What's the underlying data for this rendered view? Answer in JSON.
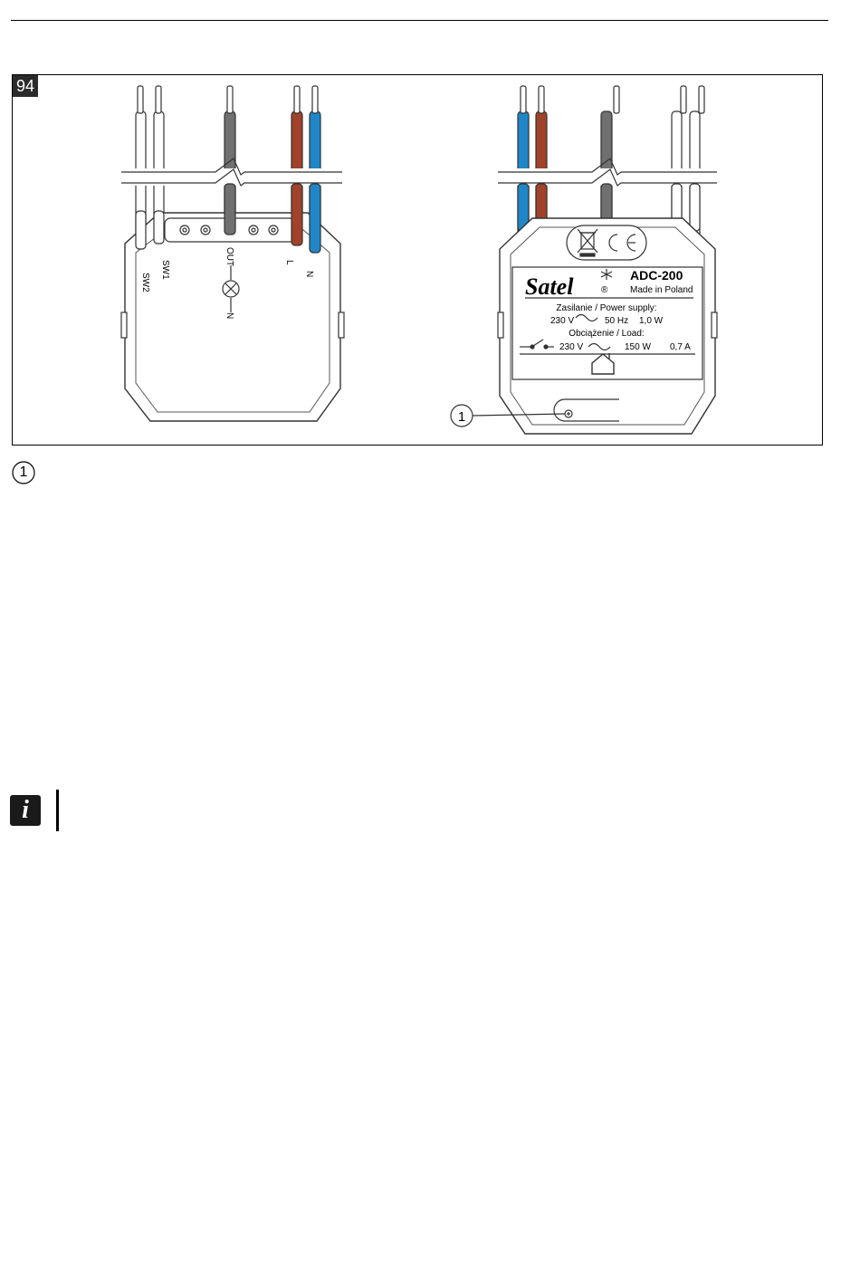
{
  "figure": {
    "number": "94",
    "left_module": {
      "labels": {
        "sw2": "SW2",
        "sw1": "SW1",
        "out": "OUT",
        "n_lamp": "N",
        "l": "L",
        "n": "N"
      }
    },
    "right_module": {
      "brand": "Satel",
      "model": "ADC-200",
      "origin": "Made in Poland",
      "power_title": "Zasilanie / Power supply:",
      "voltage": "230 V",
      "frequency": "50 Hz",
      "power": "1,0 W",
      "load_title": "Obciążenie / Load:",
      "load_voltage": "230 V",
      "load_power": "150 W",
      "load_current": "0,7 A",
      "registered": "®"
    },
    "callout": "1"
  },
  "legend": {
    "callout_1": "1"
  },
  "note": {
    "icon": "i"
  },
  "colors": {
    "blue_wire": "#1f86c8",
    "brown_wire": "#a0432a",
    "grey_wire": "#707070"
  }
}
